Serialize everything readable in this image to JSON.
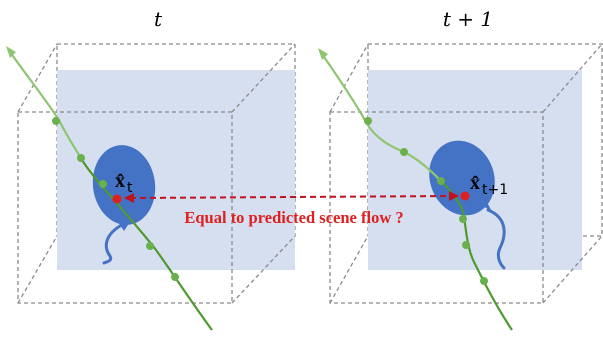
{
  "time_labels": {
    "left": "t",
    "right": "t + 1"
  },
  "point_labels": {
    "left": {
      "main": "x̂",
      "sub": "t"
    },
    "right": {
      "main": "x̂",
      "sub": "t+1"
    }
  },
  "question": "Equal to predicted scene flow ?",
  "colors": {
    "panel": "#d6dff0",
    "box_edge": "#8a8a8a",
    "balloon": "#4472c4",
    "traj_light": "#8fc570",
    "traj_dark": "#4e9a2f",
    "traj_point": "#6ab04c",
    "point": "#e02020",
    "arrow": "#c0121c",
    "text": "#000000"
  }
}
